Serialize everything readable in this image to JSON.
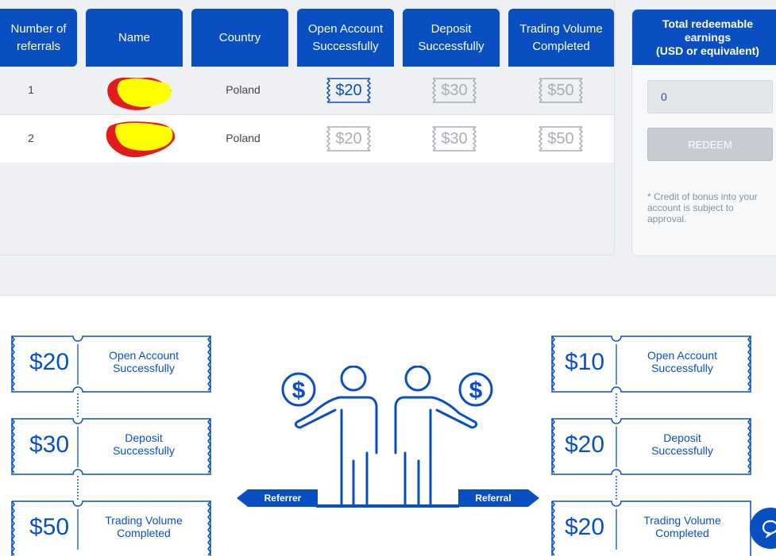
{
  "table": {
    "headers": [
      "Number of referrals",
      "Name",
      "Country",
      "Open Account Successfully",
      "Deposit Successfully",
      "Trading Volume Completed"
    ],
    "rows": [
      {
        "num": "1",
        "country": "Poland",
        "open": "$20",
        "deposit": "$30",
        "volume": "$50",
        "open_active": true
      },
      {
        "num": "2",
        "country": "Poland",
        "open": "$20",
        "deposit": "$30",
        "volume": "$50",
        "open_active": false
      }
    ]
  },
  "sidebar": {
    "title": "Total redeemable earnings (USD or equivalent)",
    "title_l1": "Total redeemable",
    "title_l2": "earnings",
    "title_l3": "(USD or equivalent)",
    "earnings_value": "0",
    "redeem_label": "REDEEM",
    "note": "* Credit of bonus into your account is subject to approval."
  },
  "referrer": {
    "label": "Referrer",
    "tickets": [
      {
        "amount": "$20",
        "l1": "Open Account",
        "l2": "Successfully"
      },
      {
        "amount": "$30",
        "l1": "Deposit",
        "l2": "Successfully"
      },
      {
        "amount": "$50",
        "l1": "Trading Volume",
        "l2": "Completed"
      }
    ]
  },
  "referral": {
    "label": "Referral",
    "tickets": [
      {
        "amount": "$10",
        "l1": "Open Account",
        "l2": "Successfully"
      },
      {
        "amount": "$20",
        "l1": "Deposit",
        "l2": "Successfully"
      },
      {
        "amount": "$20",
        "l1": "Trading Volume",
        "l2": "Completed"
      }
    ]
  },
  "icons": {
    "dollar": "dollar-coin-icon",
    "chat": "chat-icon"
  },
  "colors": {
    "primary": "#0a4fc2",
    "muted": "#a9aeb5",
    "redacted_red": "#e21b1b",
    "redacted_yellow": "#ffff00"
  }
}
